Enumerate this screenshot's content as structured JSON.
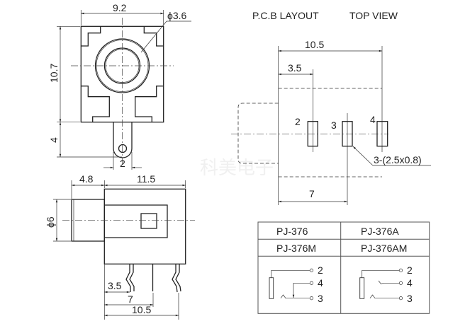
{
  "front_view": {
    "width": "9.2",
    "hole_dia": "ϕ3.6",
    "height": "10.7",
    "pin_length": "4",
    "pin_width": "2"
  },
  "side_view": {
    "nose_length": "4.8",
    "body_length": "11.5",
    "nose_dia": "ϕ6",
    "pin1_offset": "3.5",
    "pin2_offset": "7",
    "pin3_offset": "10.5"
  },
  "pcb_layout": {
    "title": "P.C.B LAYOUT",
    "subtitle": "TOP VIEW",
    "overall": "10.5",
    "first_pin": "3.5",
    "mid_pin": "7",
    "pad_note": "3-(2.5x0.8)",
    "pins": [
      "2",
      "3",
      "4"
    ]
  },
  "table": {
    "models": [
      "PJ-376",
      "PJ-376A",
      "PJ-376M",
      "PJ-376AM"
    ],
    "left_terminals": [
      "2",
      "4",
      "3"
    ],
    "right_terminals": [
      "2",
      "4",
      "3"
    ]
  },
  "watermark": "科美电子"
}
